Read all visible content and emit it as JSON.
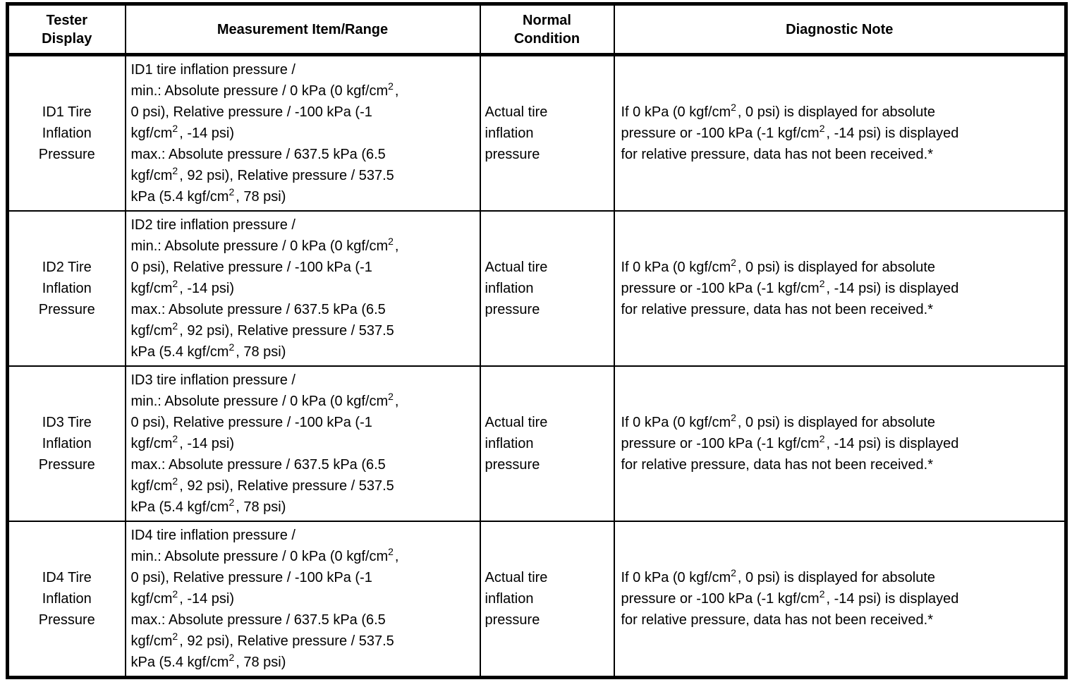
{
  "table": {
    "headers": [
      "Tester\nDisplay",
      "Measurement Item/Range",
      "Normal\nCondition",
      "Diagnostic Note"
    ],
    "rows": [
      {
        "tester_display": "ID1 Tire\nInflation\nPressure",
        "measurement": "ID1 tire inflation pressure /\nmin.: Absolute pressure / 0 kPa (0 kgf/cm²,\n0 psi), Relative pressure / -100 kPa (-1\nkgf/cm², -14 psi)\nmax.: Absolute pressure / 637.5 kPa (6.5\nkgf/cm², 92 psi), Relative pressure / 537.5\nkPa (5.4 kgf/cm², 78 psi)",
        "normal_condition": "Actual tire\ninflation\npressure",
        "diagnostic_note": "If 0 kPa (0 kgf/cm², 0 psi) is displayed for absolute\npressure or -100 kPa (-1 kgf/cm², -14 psi) is displayed\nfor relative pressure, data has not been received.*"
      },
      {
        "tester_display": "ID2 Tire\nInflation\nPressure",
        "measurement": "ID2 tire inflation pressure /\nmin.: Absolute pressure / 0 kPa (0 kgf/cm²,\n0 psi), Relative pressure / -100 kPa (-1\nkgf/cm², -14 psi)\nmax.: Absolute pressure / 637.5 kPa (6.5\nkgf/cm², 92 psi), Relative pressure / 537.5\nkPa (5.4 kgf/cm², 78 psi)",
        "normal_condition": "Actual tire\ninflation\npressure",
        "diagnostic_note": "If 0 kPa (0 kgf/cm², 0 psi) is displayed for absolute\npressure or -100 kPa (-1 kgf/cm², -14 psi) is displayed\nfor relative pressure, data has not been received.*"
      },
      {
        "tester_display": "ID3 Tire\nInflation\nPressure",
        "measurement": "ID3 tire inflation pressure /\nmin.: Absolute pressure / 0 kPa (0 kgf/cm²,\n0 psi), Relative pressure / -100 kPa (-1\nkgf/cm², -14 psi)\nmax.: Absolute pressure / 637.5 kPa (6.5\nkgf/cm², 92 psi), Relative pressure / 537.5\nkPa (5.4 kgf/cm², 78 psi)",
        "normal_condition": "Actual tire\ninflation\npressure",
        "diagnostic_note": "If 0 kPa (0 kgf/cm², 0 psi) is displayed for absolute\npressure or -100 kPa (-1 kgf/cm², -14 psi) is displayed\nfor relative pressure, data has not been received.*"
      },
      {
        "tester_display": "ID4 Tire\nInflation\nPressure",
        "measurement": "ID4 tire inflation pressure /\nmin.: Absolute pressure / 0 kPa (0 kgf/cm²,\n0 psi), Relative pressure / -100 kPa (-1\nkgf/cm², -14 psi)\nmax.: Absolute pressure / 637.5 kPa (6.5\nkgf/cm², 92 psi), Relative pressure / 537.5\nkPa (5.4 kgf/cm², 78 psi)",
        "normal_condition": "Actual tire\ninflation\npressure",
        "diagnostic_note": "If 0 kPa (0 kgf/cm², 0 psi) is displayed for absolute\npressure or -100 kPa (-1 kgf/cm², -14 psi) is displayed\nfor relative pressure, data has not been received.*"
      }
    ]
  }
}
